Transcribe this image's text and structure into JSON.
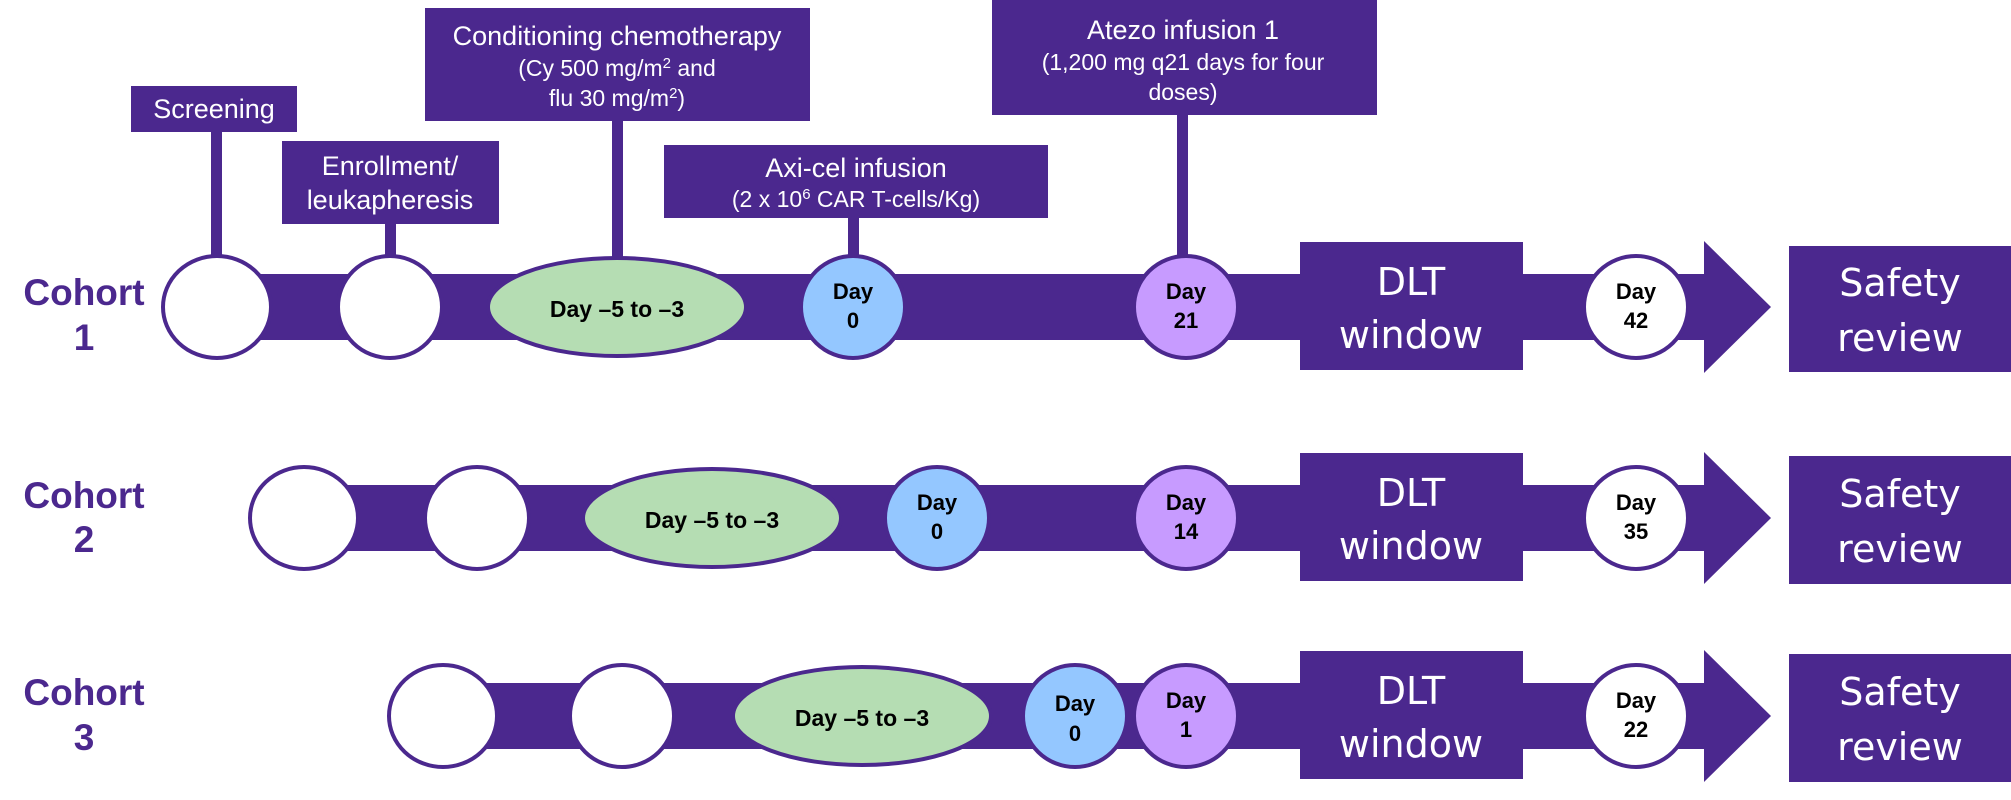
{
  "colors": {
    "purple": "#4B288E",
    "chemo_green": "#B5DDB3",
    "day0_blue": "#94C7FF",
    "atezo_lilac": "#C79BFF",
    "white": "#FFFFFF"
  },
  "labels": {
    "screening": "Screening",
    "enrollment": [
      "Enrollment/",
      "leukapheresis"
    ],
    "conditioning": {
      "title": "Conditioning chemotherapy",
      "line2_pre": "(Cy 500 mg/m",
      "line2_sup": "2",
      "line2_post": " and",
      "line3_pre": "flu 30 mg/m",
      "line3_sup": "2",
      "line3_post": ")"
    },
    "axicel": {
      "title": "Axi-cel infusion",
      "detail_pre": "(2 x 10",
      "detail_sup": "6",
      "detail_post": " CAR T-cells/Kg)"
    },
    "atezo": {
      "title": "Atezo infusion 1",
      "detail1": "(1,200 mg q21 days for four",
      "detail2": "doses)"
    }
  },
  "cohorts": [
    {
      "label": [
        "Cohort",
        "1"
      ],
      "chemo": "Day –5 to –3",
      "day0": [
        "Day",
        "0"
      ],
      "atezo": [
        "Day",
        "21"
      ],
      "dlt": [
        "DLT",
        "window"
      ],
      "end": [
        "Day",
        "42"
      ],
      "safety": [
        "Safety",
        "review"
      ]
    },
    {
      "label": [
        "Cohort",
        "2"
      ],
      "chemo": "Day –5 to –3",
      "day0": [
        "Day",
        "0"
      ],
      "atezo": [
        "Day",
        "14"
      ],
      "dlt": [
        "DLT",
        "window"
      ],
      "end": [
        "Day",
        "35"
      ],
      "safety": [
        "Safety",
        "review"
      ]
    },
    {
      "label": [
        "Cohort",
        "3"
      ],
      "chemo": "Day –5 to –3",
      "day0": [
        "Day",
        "0"
      ],
      "atezo": [
        "Day",
        "1"
      ],
      "dlt": [
        "DLT",
        "window"
      ],
      "end": [
        "Day",
        "22"
      ],
      "safety": [
        "Safety",
        "review"
      ]
    }
  ]
}
